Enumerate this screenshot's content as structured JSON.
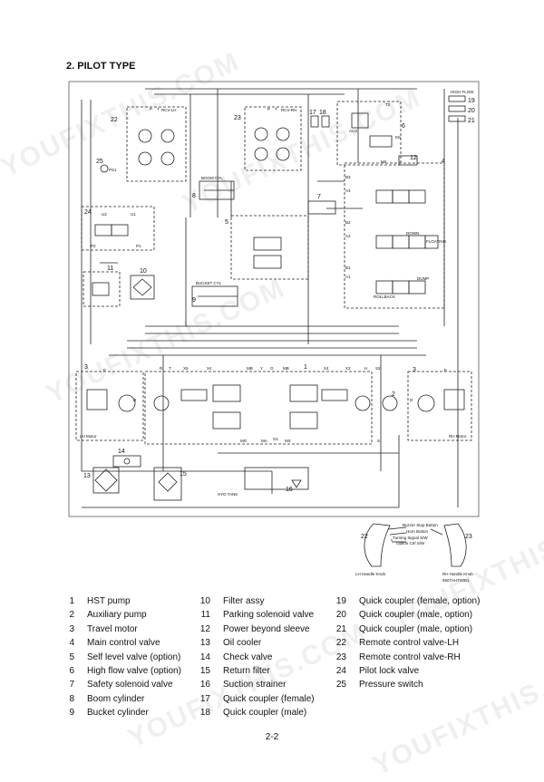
{
  "page": {
    "title": "2. PILOT TYPE",
    "page_number": "2-2",
    "watermark": "YOUFIXTHIS.COM"
  },
  "diagram": {
    "markers": {
      "m1": "1",
      "m2": "2",
      "m3a": "3",
      "m3b": "3",
      "m4": "4",
      "m5": "5",
      "m6": "6",
      "m7": "7",
      "m8": "8",
      "m9": "9",
      "m10": "10",
      "m11": "11",
      "m12": "12",
      "m13": "13",
      "m14": "14",
      "m15": "15",
      "m16": "16",
      "m17": "17",
      "m18": "18",
      "m19": "19",
      "m20": "20",
      "m21": "21",
      "m22": "22",
      "m23": "23",
      "m24": "24",
      "m25": "25",
      "m22b": "22",
      "m23b": "23"
    },
    "labels": {
      "rcv_lh": "RCV-LH",
      "rcv_rh": "RCV-RH",
      "high_flow": "HIGH FLOW",
      "boom_cyl": "BOOM CYL",
      "bucket_cyl": "BUCKET CYL",
      "down": "DOWN",
      "floating": "FLOATING",
      "dump": "DUMP",
      "rollback": "ROLLBACK",
      "lh_motor": "LH Motor",
      "rh_motor": "RH Motor",
      "hyd_tank": "HYD TANK",
      "ps1": "PS1",
      "u2": "U2",
      "u1": "U1",
      "p2": "P2",
      "p1": "P1",
      "lh_handle_knob": "LH Handle Knob",
      "rh_handle_knob": "RH Handle Knob",
      "buzzer_stop": "Buzzer Stop Button",
      "horn_button": "Horn Button",
      "turning_signal": "Turning Signal S/W",
      "option_ctrl": "Option Ctrl S/W",
      "drawing_code": "6507AHT00B1",
      "p_a": "P",
      "t_a": "T",
      "p_b": "P",
      "t_b": "T",
      "b_left": "B",
      "a_left": "A",
      "b_right": "B",
      "a_right": "A",
      "e_left": "E",
      "d_left": "D",
      "e_right": "E",
      "d_right": "D",
      "r_port": "R",
      "t_port": "T",
      "x5": "X5",
      "x4": "X4",
      "mb": "MB",
      "y_port": "Y",
      "g_port": "G",
      "mb2": "MB",
      "x4b": "X4",
      "x3": "X3",
      "h_port": "H",
      "s2": "S2",
      "mg": "MG",
      "ma": "MA",
      "g1": "G1",
      "mx": "MX",
      "s_port": "S",
      "a1": "A1",
      "b1": "B1",
      "a2": "A2",
      "b2": "B2",
      "a3": "A3",
      "b3": "B3",
      "m1": "M1",
      "m2p": "M2",
      "t2": "T2",
      "aux": "AUX"
    }
  },
  "legend": {
    "col1": [
      {
        "num": "1",
        "text": "HST pump"
      },
      {
        "num": "2",
        "text": "Auxiliary pump"
      },
      {
        "num": "3",
        "text": "Travel motor"
      },
      {
        "num": "4",
        "text": "Main control valve"
      },
      {
        "num": "5",
        "text": "Self level valve (option)"
      },
      {
        "num": "6",
        "text": "High flow valve (option)"
      },
      {
        "num": "7",
        "text": "Safety solenoid valve"
      },
      {
        "num": "8",
        "text": "Boom cylinder"
      },
      {
        "num": "9",
        "text": "Bucket cylinder"
      }
    ],
    "col2": [
      {
        "num": "10",
        "text": "Filter assy"
      },
      {
        "num": "11",
        "text": "Parking solenoid valve"
      },
      {
        "num": "12",
        "text": "Power beyond sleeve"
      },
      {
        "num": "13",
        "text": "Oil cooler"
      },
      {
        "num": "14",
        "text": "Check valve"
      },
      {
        "num": "15",
        "text": "Return filter"
      },
      {
        "num": "16",
        "text": "Suction strainer"
      },
      {
        "num": "17",
        "text": "Quick coupler (female)"
      },
      {
        "num": "18",
        "text": "Quick coupler (male)"
      }
    ],
    "col3": [
      {
        "num": "19",
        "text": "Quick coupler (female, option)"
      },
      {
        "num": "20",
        "text": "Quick coupler (male, option)"
      },
      {
        "num": "21",
        "text": "Quick coupler (male, option)"
      },
      {
        "num": "22",
        "text": "Remote control valve-LH"
      },
      {
        "num": "23",
        "text": "Remote control valve-RH"
      },
      {
        "num": "24",
        "text": "Pilot lock valve"
      },
      {
        "num": "25",
        "text": "Pressure switch"
      }
    ]
  }
}
